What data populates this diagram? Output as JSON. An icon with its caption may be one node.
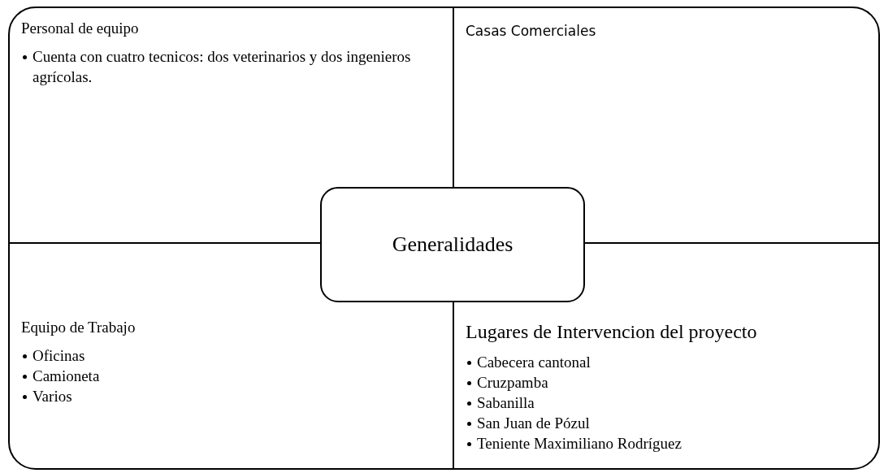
{
  "diagram": {
    "nodes": [
      {
        "text": [],
        "shape": "box"
      },
      {
        "text": [
          "Personal de equipo",
          "Cuenta con cuatro tecnicos: dos veterinarios y dos ingenieros agrícolas."
        ],
        "in": 0
      },
      {
        "text": [
          "Casas Comerciales"
        ],
        "in": 0
      },
      {
        "text": [
          "Equipo de Trabajo",
          "Oficinas",
          "Camioneta",
          "Varios"
        ],
        "in": 0
      },
      {
        "text": [
          "Lugares de Intervencion del proyecto",
          "Cabecera cantonal",
          "Cruzpamba",
          "Sabanilla",
          "San Juan de Pózul",
          "Teniente Maximiliano Rodríguez"
        ],
        "in": 0
      },
      {
        "text": [
          "Generalidades"
        ],
        "in": 0
      }
    ]
  }
}
